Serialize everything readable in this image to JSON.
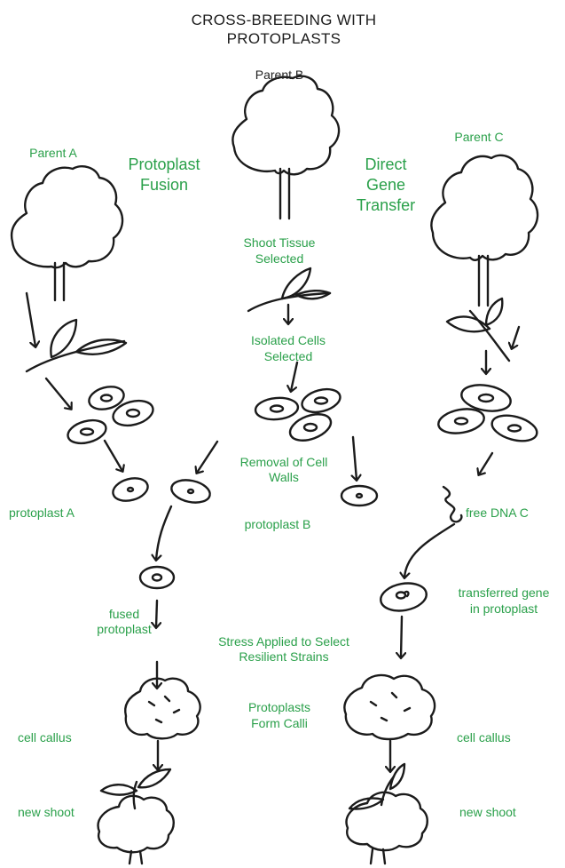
{
  "title_line1": "CROSS-BREEDING WITH",
  "title_line2": "PROTOPLASTS",
  "left": {
    "parent": "Parent A",
    "method_line1": "Protoplast",
    "method_line2": "Fusion",
    "protoplast": "protoplast A",
    "fused_line1": "fused",
    "fused_line2": "protoplast",
    "callus": "cell callus",
    "shoot": "new shoot"
  },
  "center": {
    "parent": "Parent B",
    "shoot_tissue_line1": "Shoot Tissue",
    "shoot_tissue_line2": "Selected",
    "isolated_line1": "Isolated Cells",
    "isolated_line2": "Selected",
    "removal_line1": "Removal of Cell",
    "removal_line2": "Walls",
    "protoplast": "protoplast B",
    "stress": "Stress Applied to Select",
    "stress_line2": "Resilient Strains",
    "calli_line1": "Protoplasts",
    "calli_line2": "Form Calli"
  },
  "right": {
    "parent": "Parent C",
    "method_line1": "Direct",
    "method_line2": "Gene",
    "method_line3": "Transfer",
    "dna": "free DNA C",
    "gene_line1": "transferred gene",
    "gene_line2": "in protoplast",
    "callus": "cell callus",
    "shoot": "new shoot"
  },
  "colors": {
    "green_label": "#2aa04a",
    "ink": "#1b1b1b"
  }
}
